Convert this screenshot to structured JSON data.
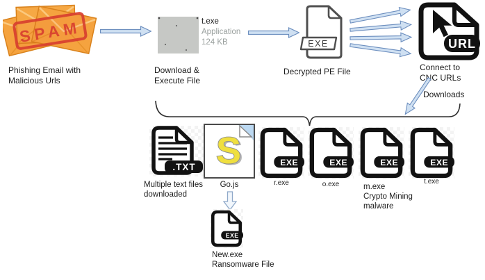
{
  "diagram": {
    "email": {
      "stamp": "SPAM",
      "label": "Phishing Email with\nMalicious Urls"
    },
    "downloaded_file": {
      "name": "t.exe",
      "type": "Application",
      "size": "124 KB",
      "label": "Download &\nExecute File"
    },
    "pe_file": {
      "badge": "EXE",
      "label": "Decrypted PE File"
    },
    "cnc": {
      "badge": "URL",
      "label": "Connect to\nCNC URLs",
      "downloads_label": "Downloads"
    },
    "dropped_files": {
      "txt": {
        "badge": ".TXT",
        "label": "Multiple text files\ndownloaded"
      },
      "gojs": {
        "glyph": "S",
        "label": "Go.js"
      },
      "r_exe": {
        "badge": "EXE",
        "label": "r.exe"
      },
      "o_exe": {
        "badge": "EXE",
        "label": "o.exe"
      },
      "m_exe": {
        "badge": "EXE",
        "label": "m.exe\nCrypto Mining\nmalware"
      },
      "t_exe": {
        "badge": "EXE",
        "label": "t.exe"
      }
    },
    "ransomware": {
      "badge": "EXE",
      "label": "New.exe\nRansomware File"
    }
  },
  "colors": {
    "arrow_fill": "#cfe0f2",
    "arrow_stroke": "#6d8fbf",
    "stamp_red": "#d8402f",
    "envelope_orange": "#f5a33f",
    "envelope_edge": "#d9821c",
    "icon_black": "#121212",
    "pe_icon_gray": "#4f4f4f",
    "muted_text": "#9aa09e",
    "gojs_yellow": "#efdf3f",
    "gojs_corner_blue": "#bcd9f2"
  }
}
